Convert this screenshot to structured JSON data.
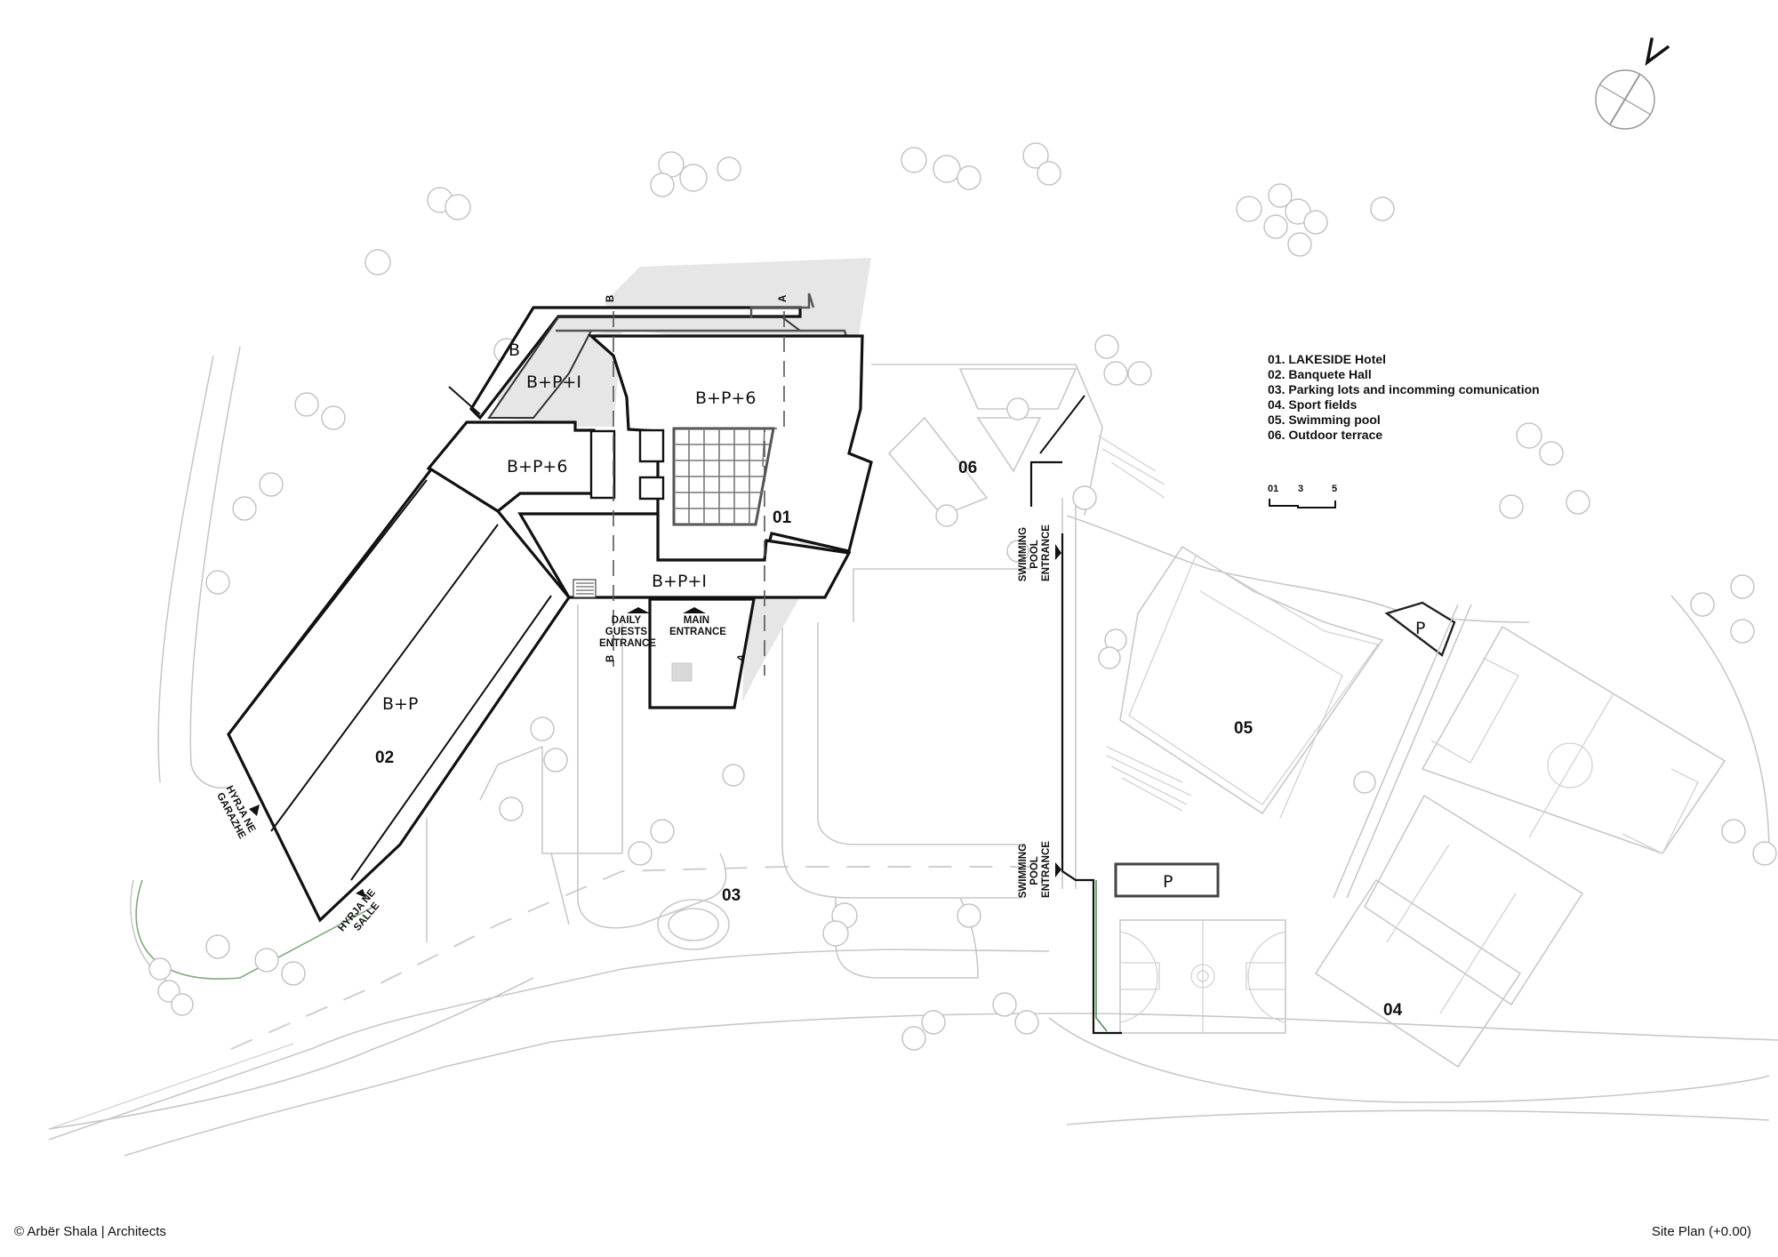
{
  "legend": {
    "items": [
      {
        "id": "01",
        "label": "01. LAKESIDE Hotel"
      },
      {
        "id": "02",
        "label": "02. Banquete Hall"
      },
      {
        "id": "03",
        "label": "03. Parking lots and incomming comunication"
      },
      {
        "id": "04",
        "label": "04. Sport fields"
      },
      {
        "id": "05",
        "label": "05. Swimming pool"
      },
      {
        "id": "06",
        "label": "06. Outdoor terrace"
      }
    ]
  },
  "scale_bar": {
    "ticks": [
      "01",
      "3",
      "5"
    ]
  },
  "north_arrow": {
    "glyph": "V",
    "icon": "compass-north-icon"
  },
  "zones": {
    "z01": "01",
    "z02": "02",
    "z03": "03",
    "z04": "04",
    "z05": "05",
    "z06": "06"
  },
  "building_labels": {
    "b": "B",
    "bp1_top": "B+P+I",
    "bp6_main": "B+P+6",
    "bp6_wing": "B+P+6",
    "bp1_bottom": "B+P+I",
    "bp_hall": "B+P",
    "parking_p1": "P",
    "parking_p2": "P"
  },
  "section_markers": {
    "a_top": "A",
    "a_bottom": "A",
    "b_top": "B",
    "b_bottom": "B"
  },
  "entrances": {
    "daily_guests": [
      "DAILY",
      "GUESTS",
      "ENTRANCE"
    ],
    "main": [
      "MAIN",
      "ENTRANCE"
    ],
    "pool_1": [
      "SWIMMING",
      "POOL",
      "ENTRANCE"
    ],
    "pool_2": [
      "SWIMMING",
      "POOL",
      "ENTRANCE"
    ],
    "garage": [
      "HYRJA NE",
      "GARAZHE"
    ],
    "hall": [
      "HYRJA NE",
      "SALLE"
    ]
  },
  "footer": {
    "credit": "© Arbër Shala | Architects",
    "sheet_title": "Site Plan (+0.00)"
  },
  "colors": {
    "building_outline": "#111111",
    "context_lines": "#c8c8c8",
    "shadow": "#e6e6e6",
    "landscape_edge": "#6a9a6a"
  }
}
